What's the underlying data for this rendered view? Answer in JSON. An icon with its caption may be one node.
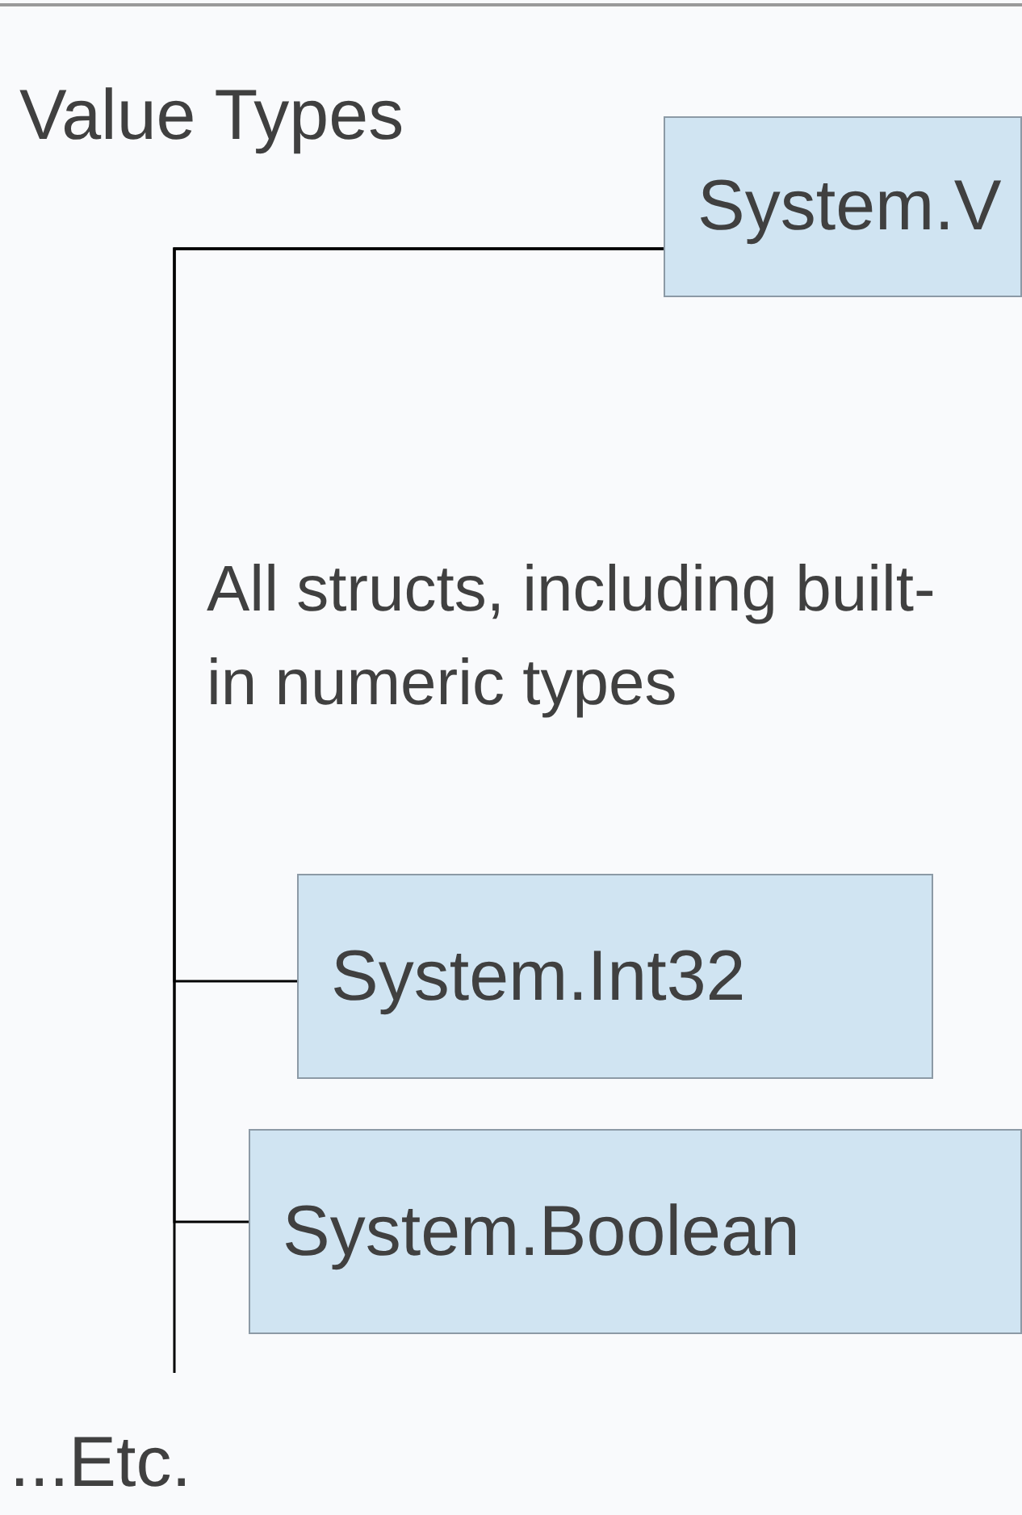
{
  "diagram": {
    "title": "Value Types",
    "nodes": [
      {
        "text": [
          "System.V"
        ]
      },
      {
        "text": [
          "System.Int32"
        ]
      },
      {
        "text": [
          "System.Boolean"
        ]
      },
      {
        "text": [
          "...Etc."
        ]
      }
    ],
    "edges": [
      {
        "from": 0,
        "to": 1,
        "arrow": "none"
      },
      {
        "from": 0,
        "to": 2,
        "arrow": "none"
      },
      {
        "from": 0,
        "to": 3,
        "arrow": "none"
      }
    ],
    "labels": [
      "All structs, including built-in numeric types"
    ]
  }
}
